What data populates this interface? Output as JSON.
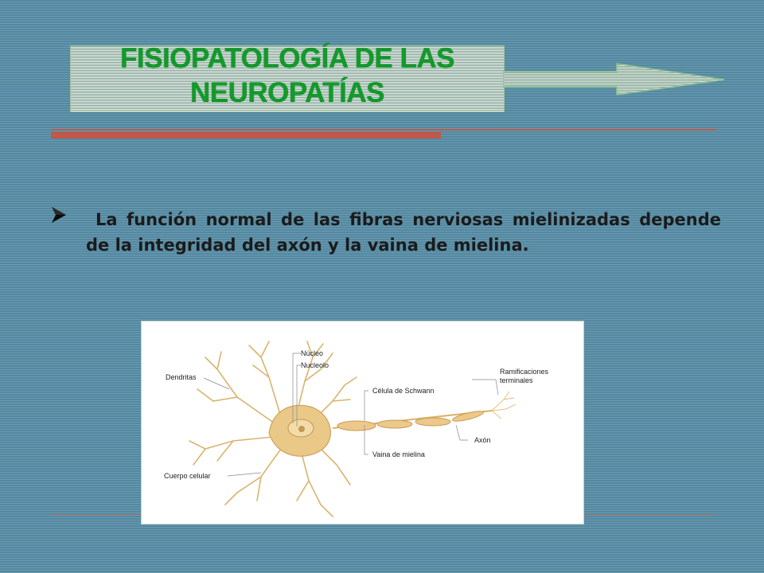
{
  "slide": {
    "title_line1": "FISIOPATOLOGÍA DE LAS",
    "title_line2": "NEUROPATÍAS",
    "bullet_text": "La función normal de las fibras nerviosas mielinizadas depende de la integridad del axón y la vaina de mielina."
  },
  "figure": {
    "labels": {
      "nucleo": "Núcleo",
      "nucleolo": "Nucleolo",
      "dendritas": "Dendritas",
      "schwann": "Célula de Schwann",
      "ramificaciones_1": "Ramificaciones",
      "ramificaciones_2": "terminales",
      "axon": "Axón",
      "vaina": "Vaina de mielina",
      "cuerpo": "Cuerpo celular"
    }
  },
  "colors": {
    "background": "#5a8fa6",
    "title_green": "#129a2a",
    "accent_red": "#c2574a",
    "neuron": "#e8c98a"
  },
  "icons": {
    "bullet": "arrow-bullet-icon",
    "title_arrow": "right-arrow-icon"
  }
}
